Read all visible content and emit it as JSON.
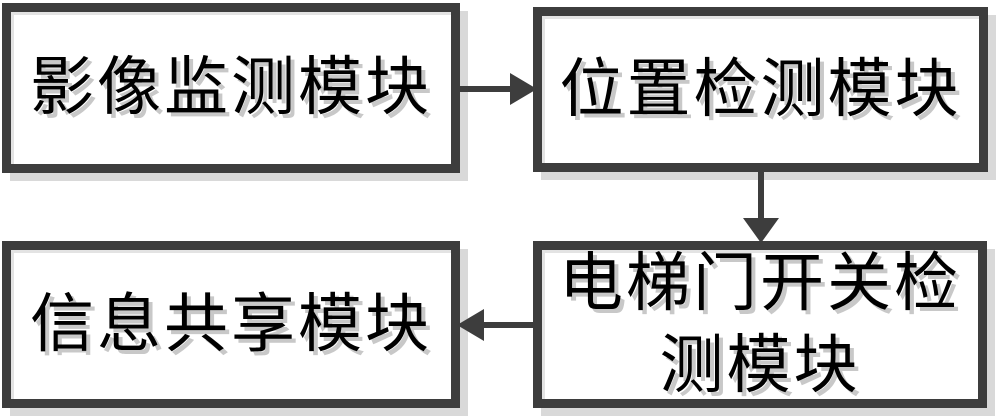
{
  "diagram": {
    "colors": {
      "background": "#ffffff",
      "box_fill": "#ffffff",
      "box_border": "#3d3d3d",
      "box_shadow": "#d9d9d9",
      "inner_edge": "#e3e3e3",
      "text": "#000000",
      "text_shadow": "#c8c8c8",
      "arrow": "#3d3d3d"
    },
    "nodes": {
      "image_monitoring": {
        "label": "影像监测模块"
      },
      "position_detection": {
        "label": "位置检测模块"
      },
      "elevator_door_detection": {
        "label": "电梯门开关检\n测模块"
      },
      "information_sharing": {
        "label": "信息共享模块"
      }
    },
    "edges": [
      {
        "from": "image_monitoring",
        "to": "position_detection",
        "direction": "right"
      },
      {
        "from": "position_detection",
        "to": "elevator_door_detection",
        "direction": "down"
      },
      {
        "from": "elevator_door_detection",
        "to": "information_sharing",
        "direction": "left"
      }
    ]
  }
}
